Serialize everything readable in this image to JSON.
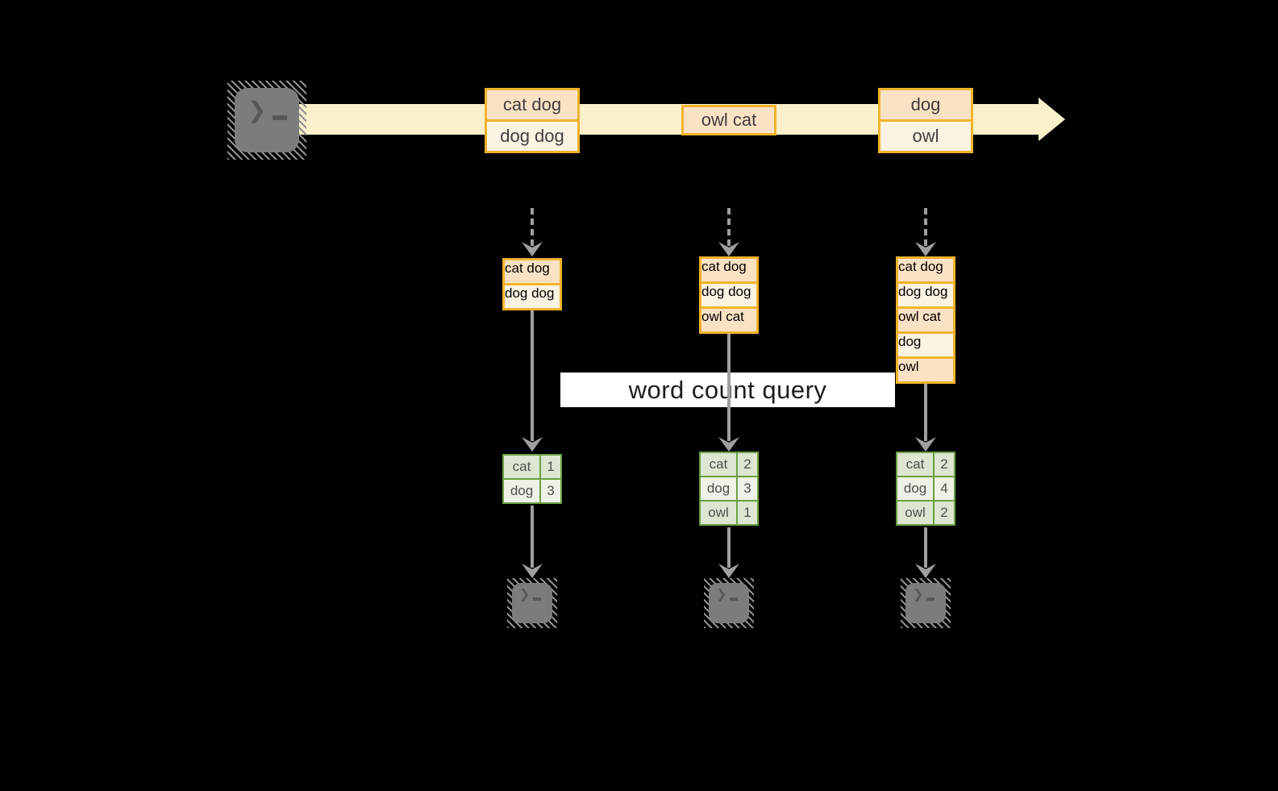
{
  "diagram": {
    "query_label": "word count query",
    "stream_batches": [
      {
        "events": [
          "cat dog",
          "dog dog"
        ]
      },
      {
        "events": [
          "owl cat"
        ]
      },
      {
        "events": [
          "dog",
          "owl"
        ]
      }
    ],
    "accumulated_states": [
      {
        "events": [
          "cat dog",
          "dog dog"
        ]
      },
      {
        "events": [
          "cat dog",
          "dog dog",
          "owl cat"
        ]
      },
      {
        "events": [
          "cat dog",
          "dog dog",
          "owl cat",
          "dog",
          "owl"
        ]
      }
    ],
    "word_counts": [
      {
        "rows": [
          {
            "word": "cat",
            "count": "1"
          },
          {
            "word": "dog",
            "count": "3"
          }
        ]
      },
      {
        "rows": [
          {
            "word": "cat",
            "count": "2"
          },
          {
            "word": "dog",
            "count": "3"
          },
          {
            "word": "owl",
            "count": "1"
          }
        ]
      },
      {
        "rows": [
          {
            "word": "cat",
            "count": "2"
          },
          {
            "word": "dog",
            "count": "4"
          },
          {
            "word": "owl",
            "count": "2"
          }
        ]
      }
    ]
  },
  "icons": {
    "terminal_prompt": "❯"
  },
  "colors": {
    "stream_cream": "#faf0ca",
    "amber": "#f1b32b",
    "peach_dark": "#fbe2c4",
    "peach_light": "#fdf3e3",
    "green": "#6ba043",
    "green_dark": "#dce6d0",
    "green_light": "#edf2e8",
    "arrow_gray": "#9f9f9f",
    "term_gray": "#7c7c7c"
  }
}
